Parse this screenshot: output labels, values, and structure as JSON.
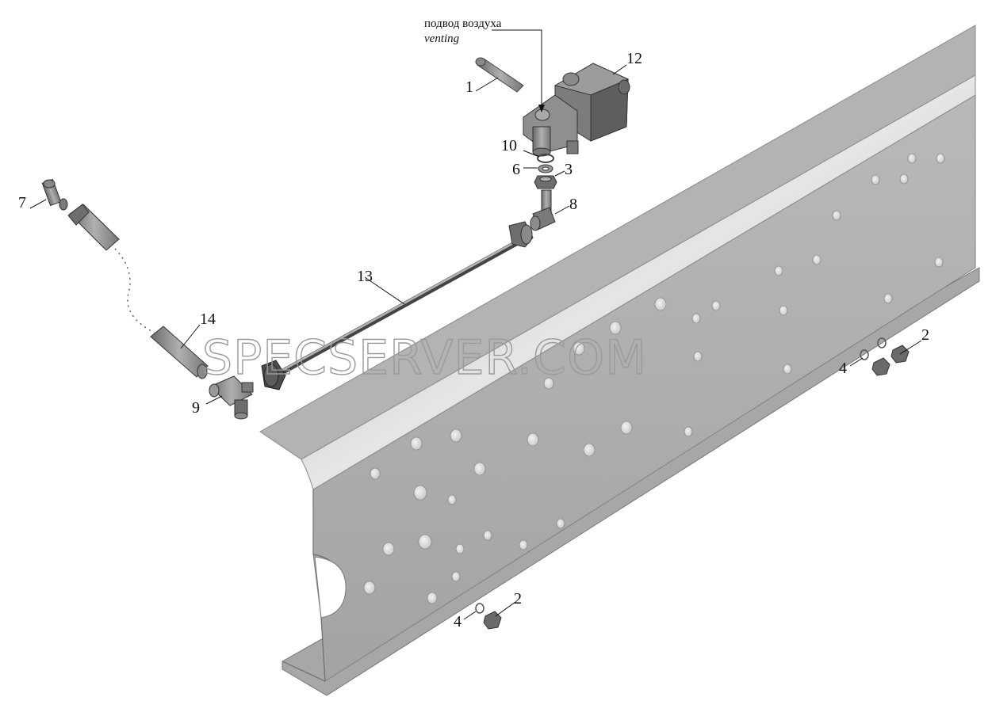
{
  "diagram": {
    "annotation": {
      "line_ru": "подвод воздуха",
      "line_en": "venting"
    },
    "watermark": "SPECSERVER.COM",
    "callouts": {
      "c1": "1",
      "c2a": "2",
      "c2b": "2",
      "c3": "3",
      "c4a": "4",
      "c4b": "4",
      "c6": "6",
      "c7": "7",
      "c8": "8",
      "c9": "9",
      "c10": "10",
      "c12": "12",
      "c13": "13",
      "c14": "14"
    },
    "colors": {
      "frame_face": "#a9a9a9",
      "frame_light": "#d0d0d0",
      "part_dark": "#6f6f6f",
      "part_mid": "#9c9c9c"
    }
  }
}
